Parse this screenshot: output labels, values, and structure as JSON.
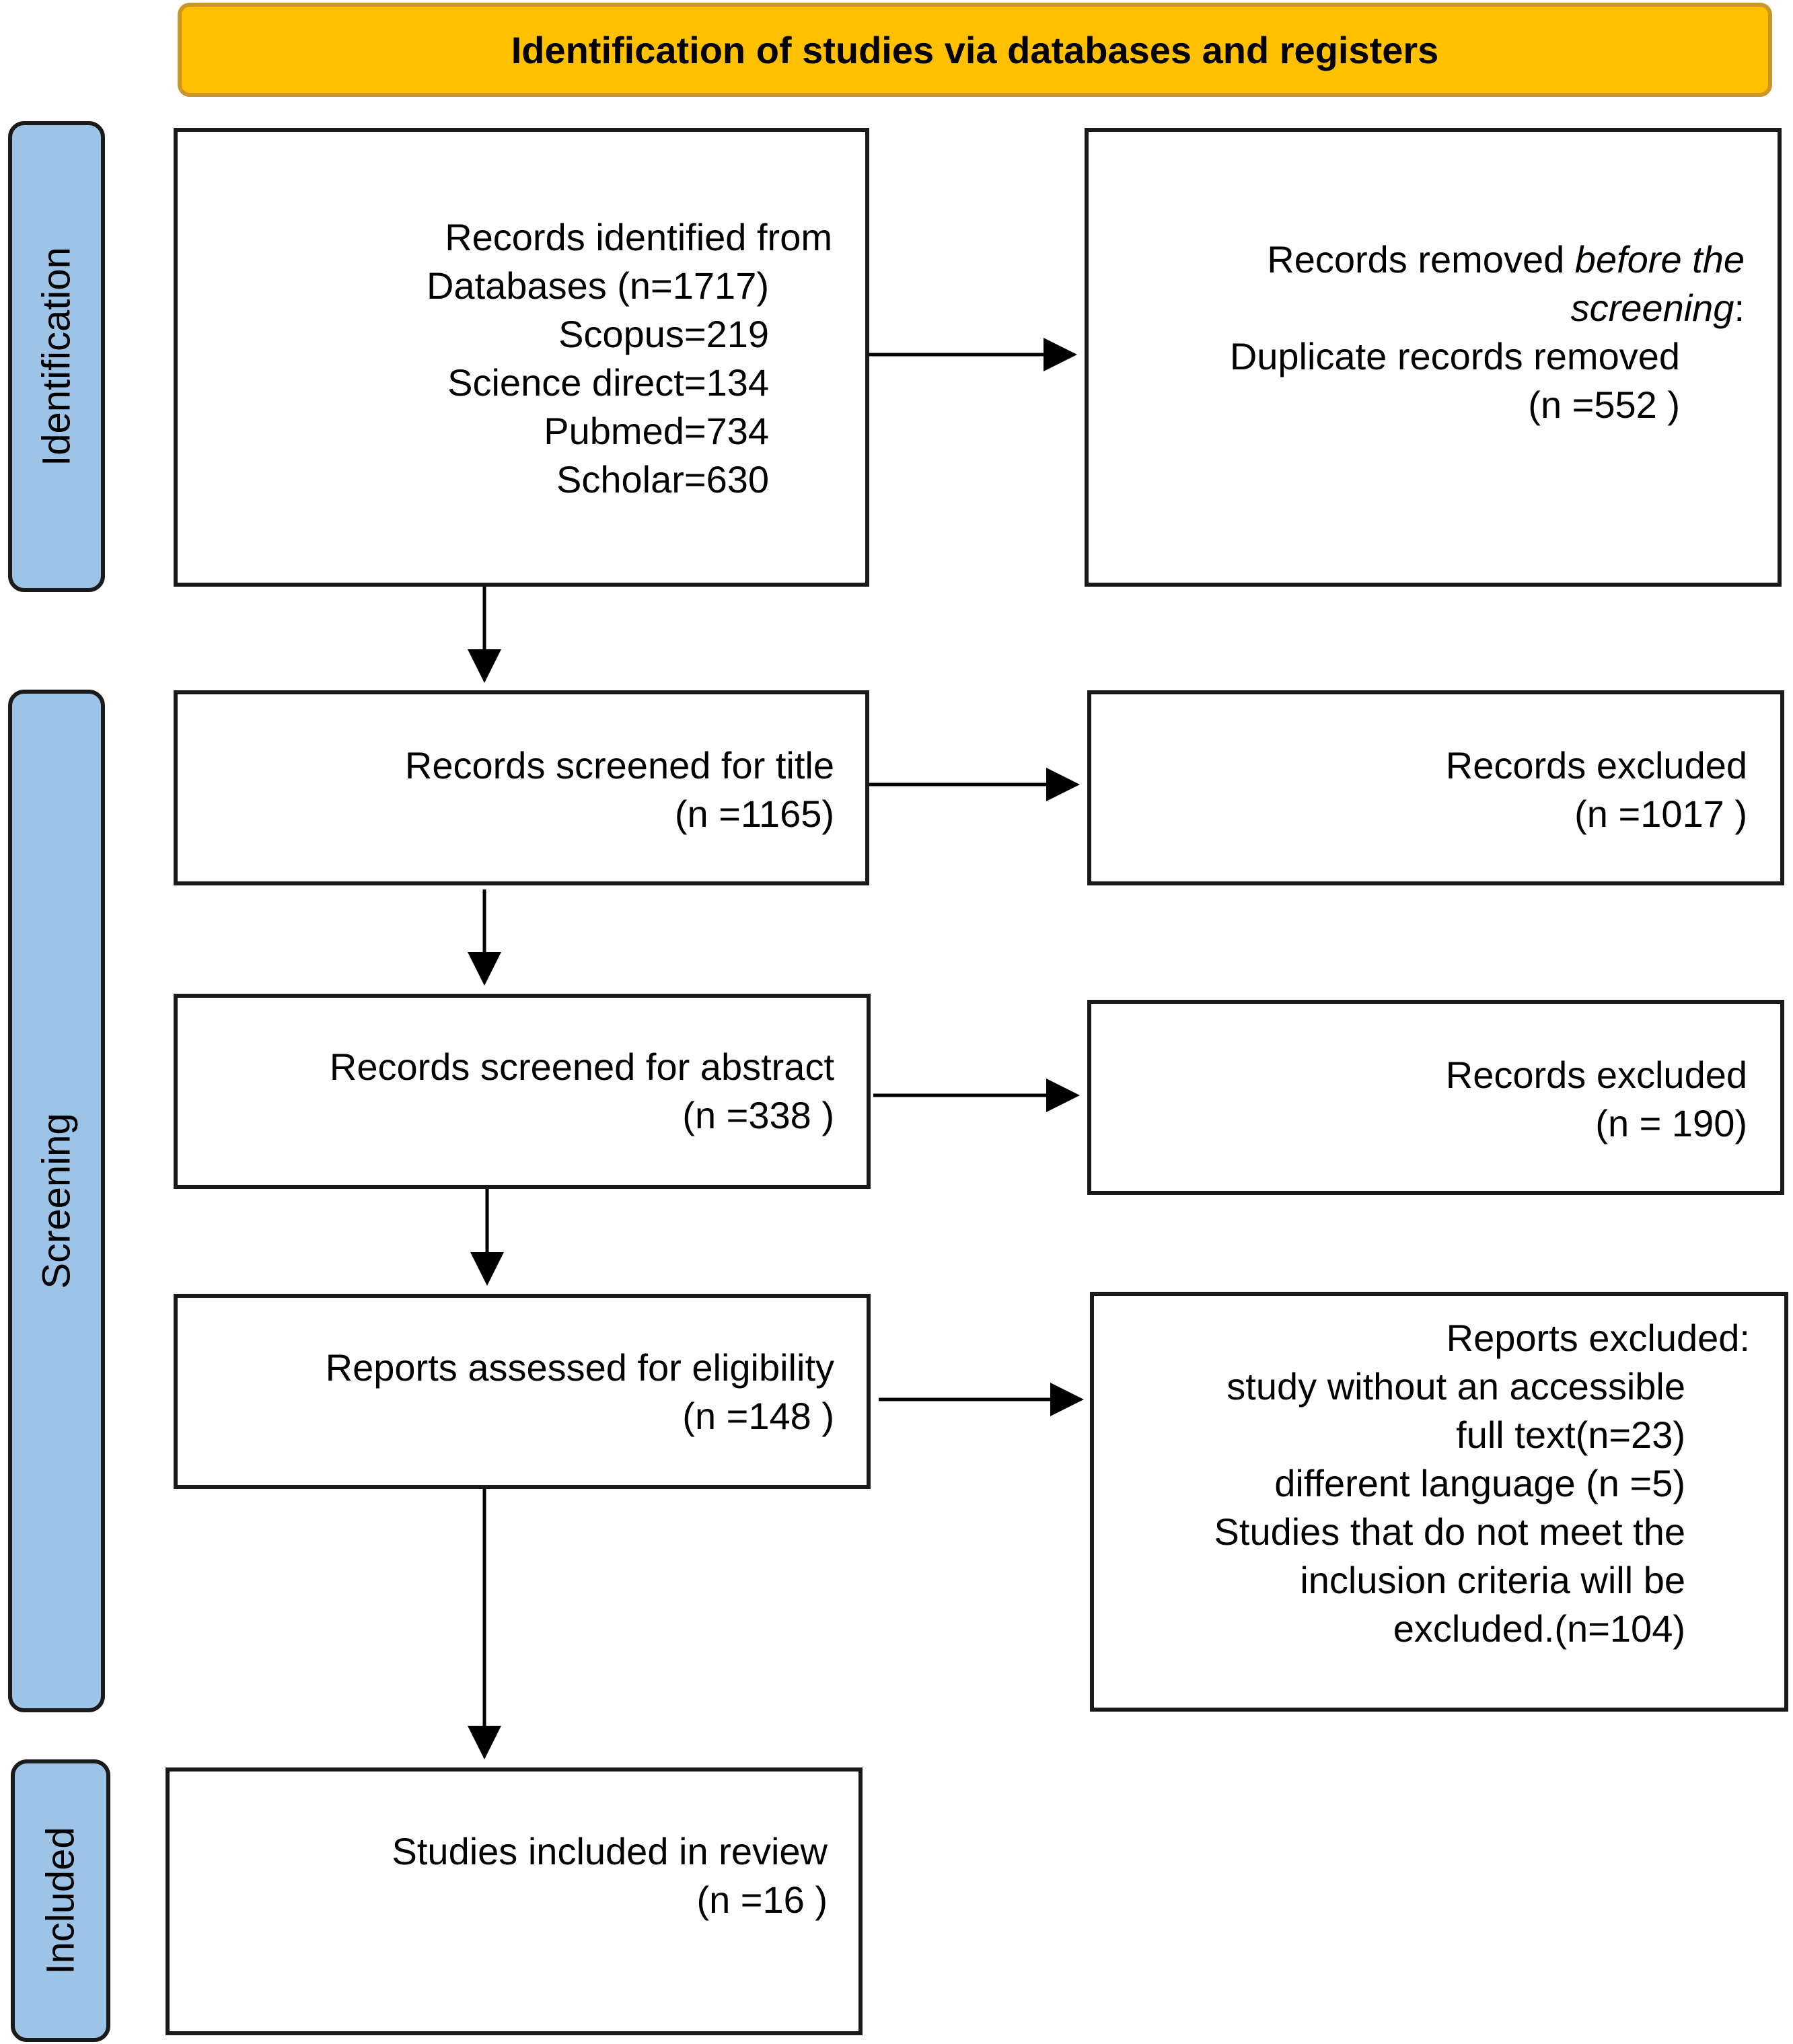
{
  "header": {
    "title": "Identification of studies via databases and registers"
  },
  "phases": {
    "identification": "Identification",
    "screening": "Screening",
    "included": "Included"
  },
  "boxes": {
    "records_identified": {
      "lines": [
        "Records identified from",
        "Databases (n=1717)",
        "Scopus=219",
        "Science direct=134",
        "Pubmed=734",
        "Scholar=630"
      ]
    },
    "records_removed": {
      "line1_plain": "Records removed ",
      "line1_italic": "before the",
      "line2_italic": "screening",
      "line2_plain": ":",
      "line3": "Duplicate records removed",
      "line4": "(n =552 )"
    },
    "screened_title": {
      "line1": "Records screened for title",
      "line2": "(n =1165)"
    },
    "excluded_title": {
      "line1": "Records excluded",
      "line2": "(n =1017 )"
    },
    "screened_abstract": {
      "line1": "Records screened for abstract",
      "line2": "(n =338 )"
    },
    "excluded_abstract": {
      "line1": "Records excluded",
      "line2": "(n = 190)"
    },
    "assessed_eligibility": {
      "line1": "Reports assessed for eligibility",
      "line2": "(n =148 )"
    },
    "reports_excluded": {
      "lines": [
        "Reports excluded:",
        "study without an accessible",
        "full text(n=23)",
        "different language (n =5)",
        "Studies that do not meet the",
        "inclusion criteria will be",
        "excluded.(n=104)"
      ]
    },
    "included_review": {
      "line1": "Studies included in review",
      "line2": "(n =16 )"
    }
  },
  "colors": {
    "banner": "#FFC000",
    "phase": "#9DC3E6",
    "stroke": "#1a1a1a"
  }
}
